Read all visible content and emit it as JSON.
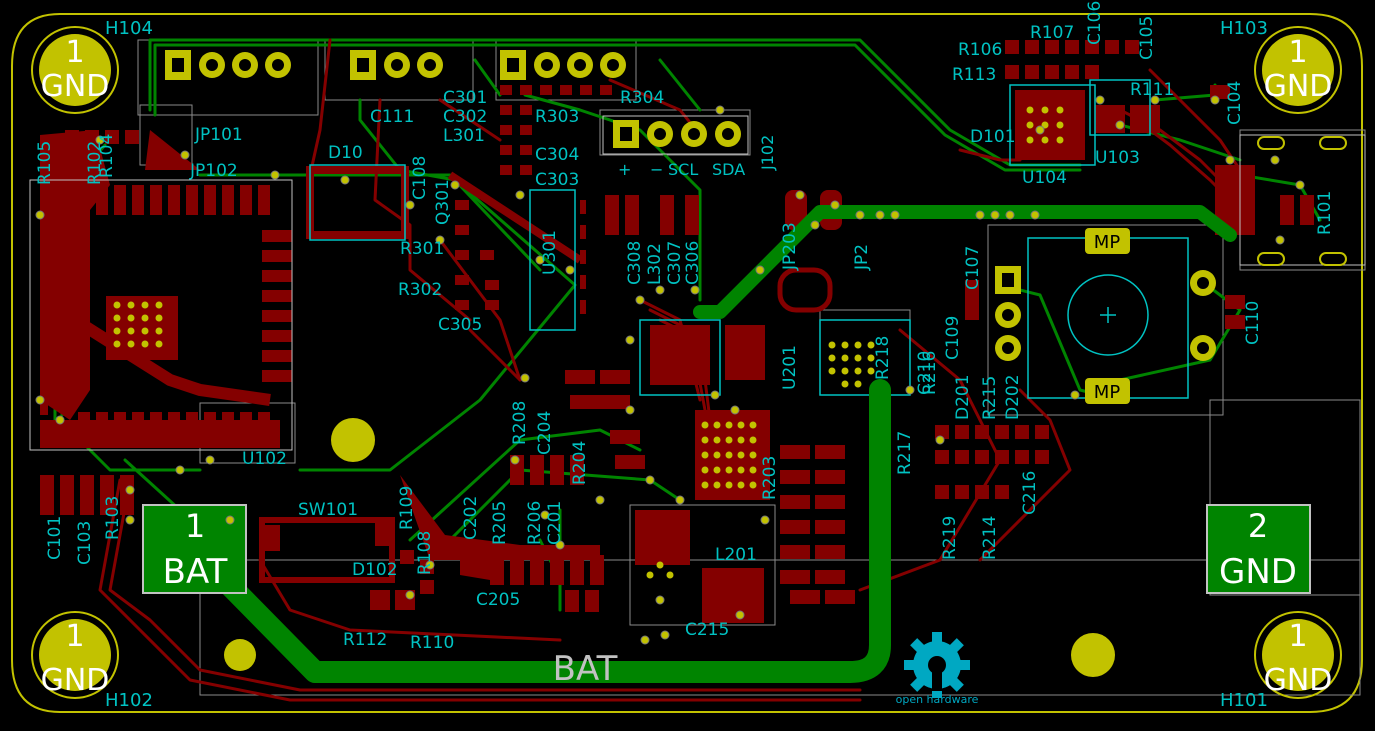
{
  "colors": {
    "background": "#000000",
    "copper_front": "#840000",
    "copper_back": "#008400",
    "silkscreen": "#00c2c2",
    "outline": "#c2c200",
    "pad": "#c2c200",
    "courtyard": "#c2c2c2",
    "pad_text": "#ffffff"
  },
  "mounting_holes": [
    {
      "ref": "H104",
      "num": "1",
      "net": "GND"
    },
    {
      "ref": "H103",
      "num": "1",
      "net": "GND"
    },
    {
      "ref": "H102",
      "num": "1",
      "net": "GND"
    },
    {
      "ref": "H101",
      "num": "1",
      "net": "GND"
    }
  ],
  "pads": {
    "bat": {
      "num": "1",
      "net": "BAT"
    },
    "gnd": {
      "num": "2",
      "net": "GND"
    }
  },
  "trace_label": "BAT",
  "connector": {
    "ref": "J102",
    "pins": [
      "+",
      "−",
      "SCL",
      "SDA"
    ]
  },
  "buzzer_marks": [
    "MP",
    "MP"
  ],
  "logo_text": "open hardware",
  "references": [
    "R105",
    "R104",
    "JP101",
    "JP102",
    "D10",
    "C108",
    "C111",
    "C301",
    "C302",
    "L301",
    "C304",
    "C303",
    "R304",
    "R303",
    "Q301",
    "R301",
    "R302",
    "C305",
    "U301",
    "C308",
    "L302",
    "C307",
    "C306",
    "JP203",
    "JP2",
    "C107",
    "C109",
    "C110",
    "R106",
    "R107",
    "R113",
    "D101",
    "U104",
    "U103",
    "C104",
    "C105",
    "C106",
    "R101",
    "R111",
    "R102",
    "C101",
    "C103",
    "R103",
    "U102",
    "SW101",
    "R109",
    "R108",
    "D102",
    "R112",
    "R110",
    "C205",
    "C202",
    "R205",
    "R206",
    "R208",
    "C204",
    "R204",
    "C201",
    "C215",
    "L201",
    "R218",
    "C216",
    "D201",
    "R215",
    "D202",
    "R219",
    "R214",
    "C210",
    "U201",
    "R217",
    "R216",
    "R203"
  ]
}
